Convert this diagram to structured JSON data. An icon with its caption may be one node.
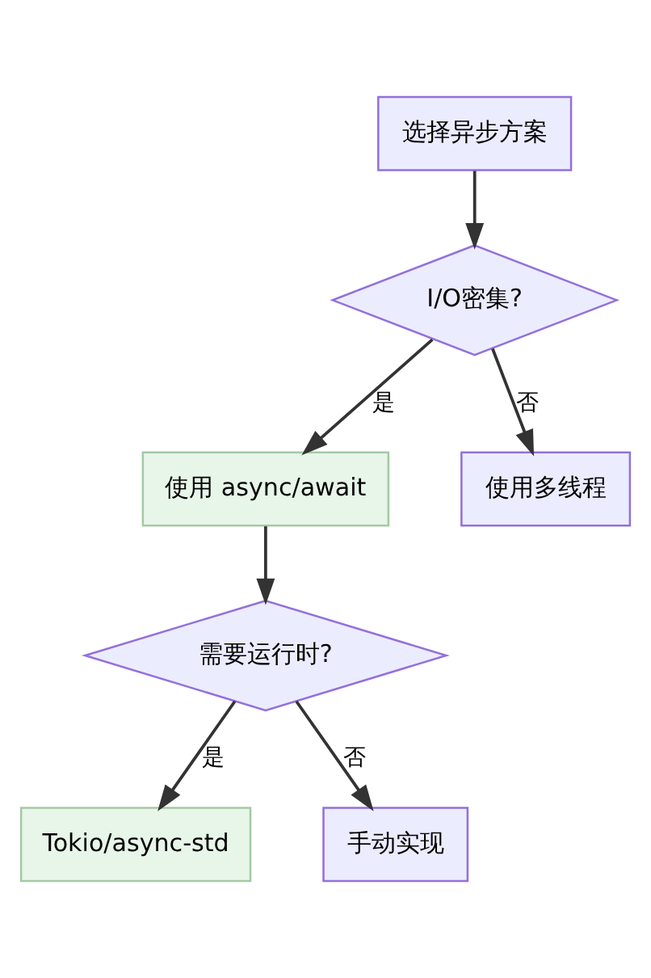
{
  "diagram": {
    "nodes": [
      {
        "text": [
          "选择异步方案"
        ]
      },
      {
        "text": [
          "I/O密集?"
        ]
      },
      {
        "text": [
          "使用 async/await"
        ]
      },
      {
        "text": [
          "使用多线程"
        ]
      },
      {
        "text": [
          "需要运行时?"
        ]
      },
      {
        "text": [
          "Tokio/async-std"
        ]
      },
      {
        "text": [
          "手动实现"
        ]
      }
    ],
    "edges": [
      {
        "from": 0,
        "to": 1,
        "arrow": "to"
      },
      {
        "from": 1,
        "to": 2,
        "arrow": "to",
        "label": "是"
      },
      {
        "from": 1,
        "to": 3,
        "arrow": "to",
        "label": "否"
      },
      {
        "from": 2,
        "to": 4,
        "arrow": "to"
      },
      {
        "from": 4,
        "to": 5,
        "arrow": "to",
        "label": "是"
      },
      {
        "from": 4,
        "to": 6,
        "arrow": "to",
        "label": "否"
      }
    ]
  }
}
